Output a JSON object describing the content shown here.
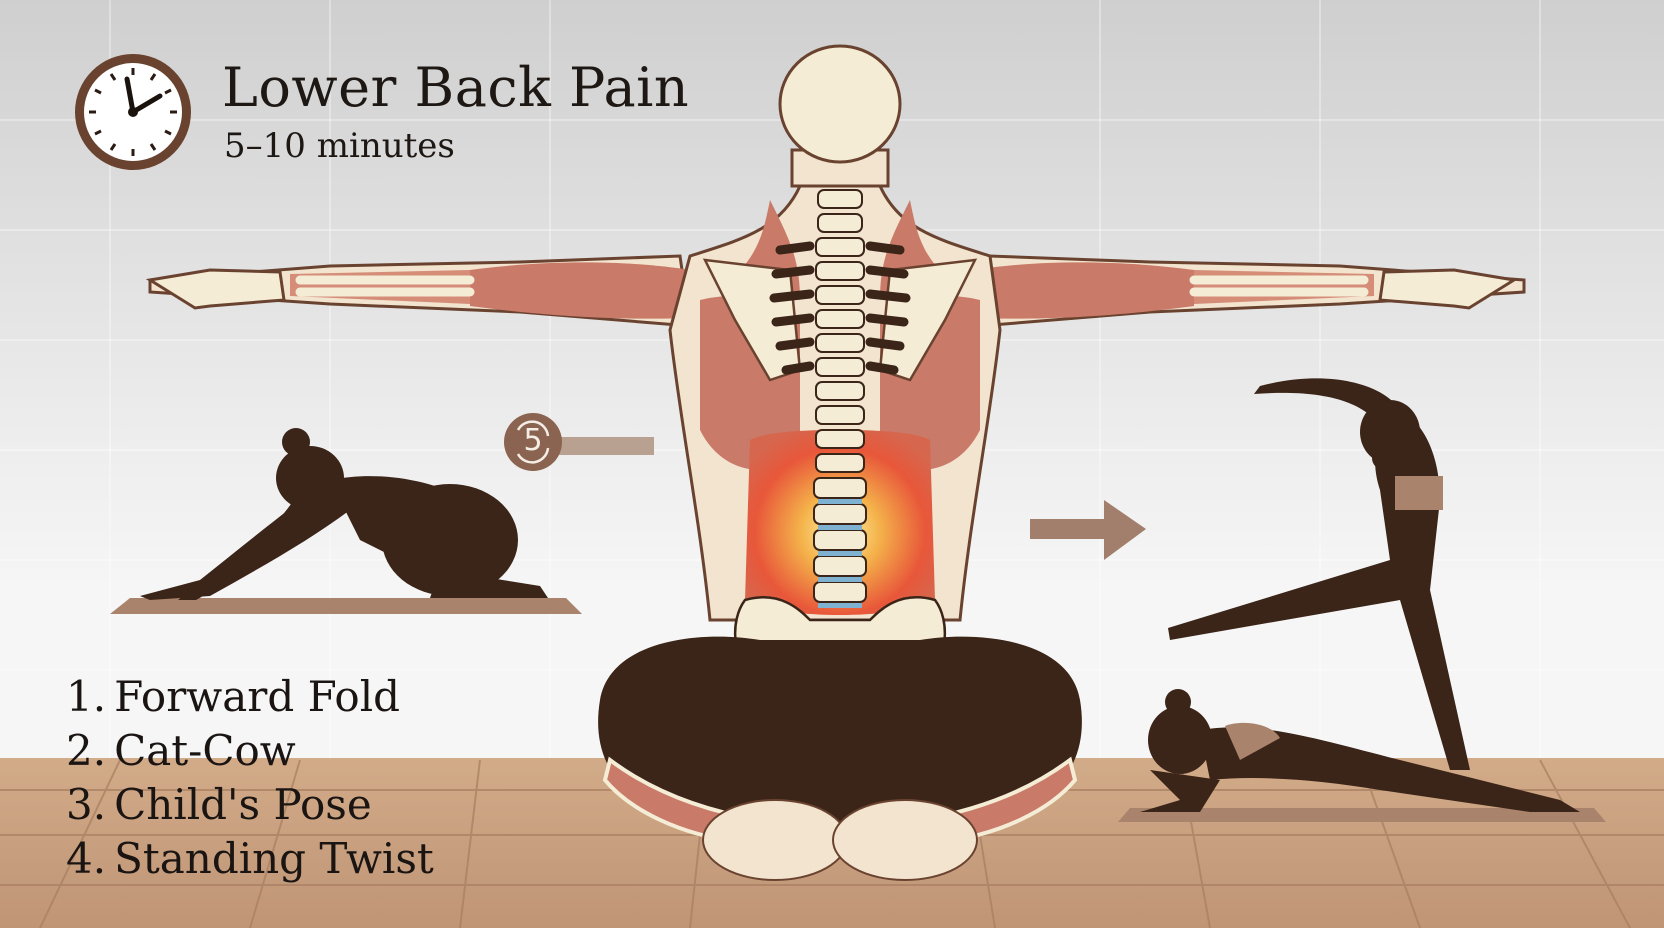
{
  "header": {
    "title": "Lower Back Pain",
    "duration": "5–10 minutes"
  },
  "timer_badge": {
    "label": "5"
  },
  "steps": [
    {
      "num": "1.",
      "label": "Forward Fold"
    },
    {
      "num": "2.",
      "label": "Cat-Cow"
    },
    {
      "num": "3.",
      "label": "Child's Pose"
    },
    {
      "num": "4.",
      "label": "Standing Twist"
    }
  ],
  "colors": {
    "skin": "#f2e4cf",
    "bone": "#f5ecd6",
    "muscle": "#c97a68",
    "silhouette": "#3b2418",
    "pain": "#e8573a",
    "disc": "#7fb1d1",
    "mat": "#a9836c",
    "floor": "#c9a17f",
    "arrow": "#a27f6c",
    "clock_rim": "#5b3a2a"
  },
  "icons": [
    "clock-icon",
    "timer-badge-icon",
    "arrow-right-icon"
  ]
}
